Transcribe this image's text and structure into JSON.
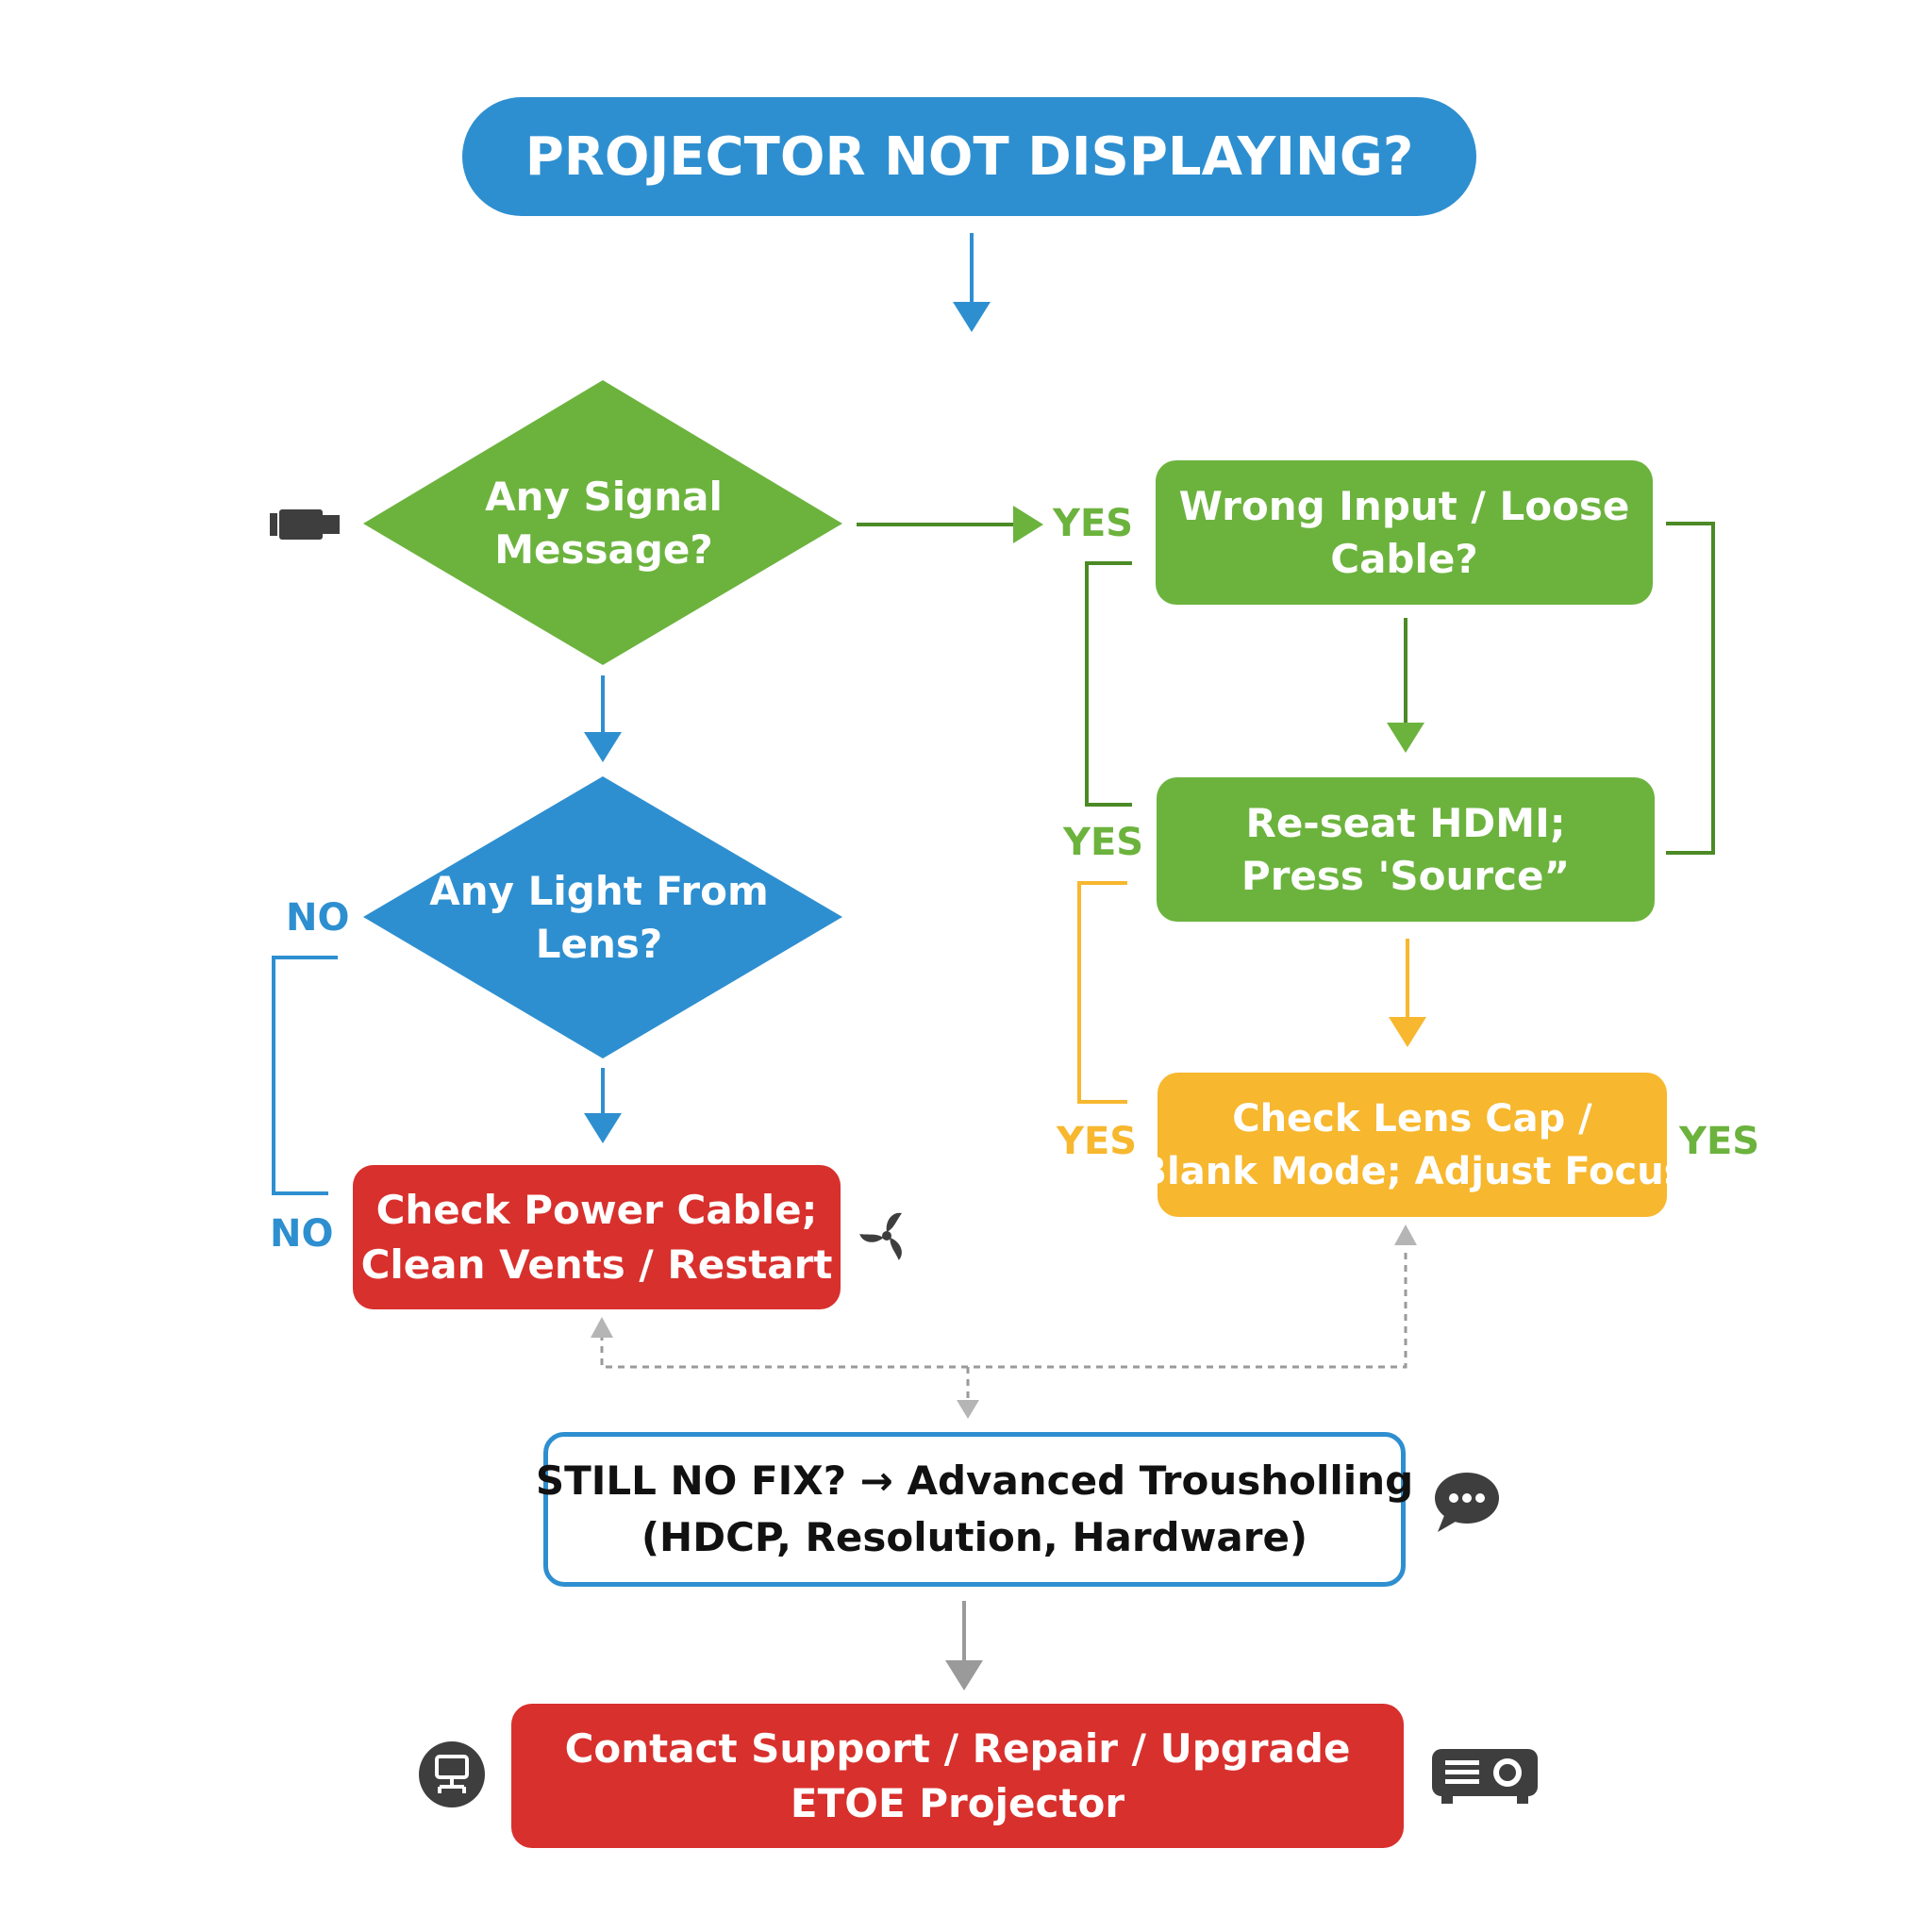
{
  "title": "PROJECTOR NOT DISPLAYING?",
  "nodes": {
    "signal_decision": {
      "lines": [
        "Any Signal",
        "Message?"
      ]
    },
    "light_decision": {
      "lines": [
        "Any Light From",
        "Lens?"
      ]
    },
    "wrong_input": {
      "lines": [
        "Wrong Input / Loose",
        "Cable?"
      ]
    },
    "reseat_hdmi": {
      "lines": [
        "Re-seat HDMI;",
        "Press 'Source”"
      ]
    },
    "check_lens": {
      "lines": [
        "Check Lens Cap /",
        "Blank Mode; Adjust Focus"
      ]
    },
    "check_power": {
      "lines": [
        "Check Power Cable;",
        "Clean Vents / Restart"
      ]
    },
    "still_no_fix": {
      "lines": [
        "STILL NO FIX? → Advanced Trousholling",
        "(HDCP, Resolution, Hardware)"
      ]
    },
    "contact_support": {
      "lines": [
        "Contact Support / Repair / Upgrade",
        "ETOE Projector"
      ]
    }
  },
  "edge_labels": {
    "yes_signal": "YES",
    "yes_left_upper": "YES",
    "yes_left_lower": "YES",
    "yes_right": "YES",
    "no_upper": "NO",
    "no_lower": "NO"
  },
  "icons": {
    "hdmi_plug": "hdmi-plug-icon",
    "fan": "fan-icon",
    "chat": "chat-bubble-icon",
    "network": "network-monitor-icon",
    "projector": "projector-icon"
  },
  "colors": {
    "blue": "#2e8fd0",
    "green": "#6cb33e",
    "green_dark": "#4b8a25",
    "red": "#d8302d",
    "yellow": "#f7b72e",
    "gray": "#9a9a9a",
    "icon_dark": "#3e3e3e"
  }
}
